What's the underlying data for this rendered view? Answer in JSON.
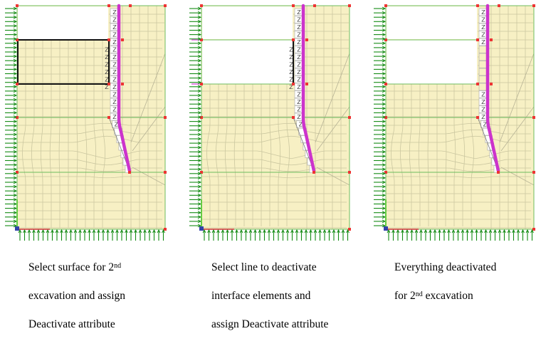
{
  "colors": {
    "soil": "#f7f0c4",
    "mesh": "#cbc7a0",
    "boundary": "#6ebd5e",
    "wall": "#cc33cc",
    "node": "#ee3333",
    "support": "#138a13",
    "selection": "#111111",
    "highlight": "#e060e0"
  },
  "interface_symbol": "Z",
  "panels": [
    {
      "step": "select-surface",
      "caption_lines": [
        "Select surface for 2",
        "excavation and assign",
        "Deactivate attribute"
      ],
      "ordinal_suffix": "nd",
      "first_excavation_removed": true,
      "second_excavation_removed": false,
      "surface_selected": true,
      "line_selected": false,
      "lower_interfaces_active": true
    },
    {
      "step": "select-line",
      "caption_lines": [
        "Select line to deactivate",
        "interface elements and",
        "assign Deactivate attribute"
      ],
      "ordinal_suffix": "",
      "first_excavation_removed": true,
      "second_excavation_removed": true,
      "surface_selected": false,
      "line_selected": true,
      "lower_interfaces_active": true
    },
    {
      "step": "all-deactivated",
      "caption_lines": [
        "Everything deactivated",
        "for 2",
        "excavation"
      ],
      "ordinal_suffix": "nd",
      "first_excavation_removed": true,
      "second_excavation_removed": true,
      "surface_selected": false,
      "line_selected": false,
      "lower_interfaces_active": false
    }
  ]
}
